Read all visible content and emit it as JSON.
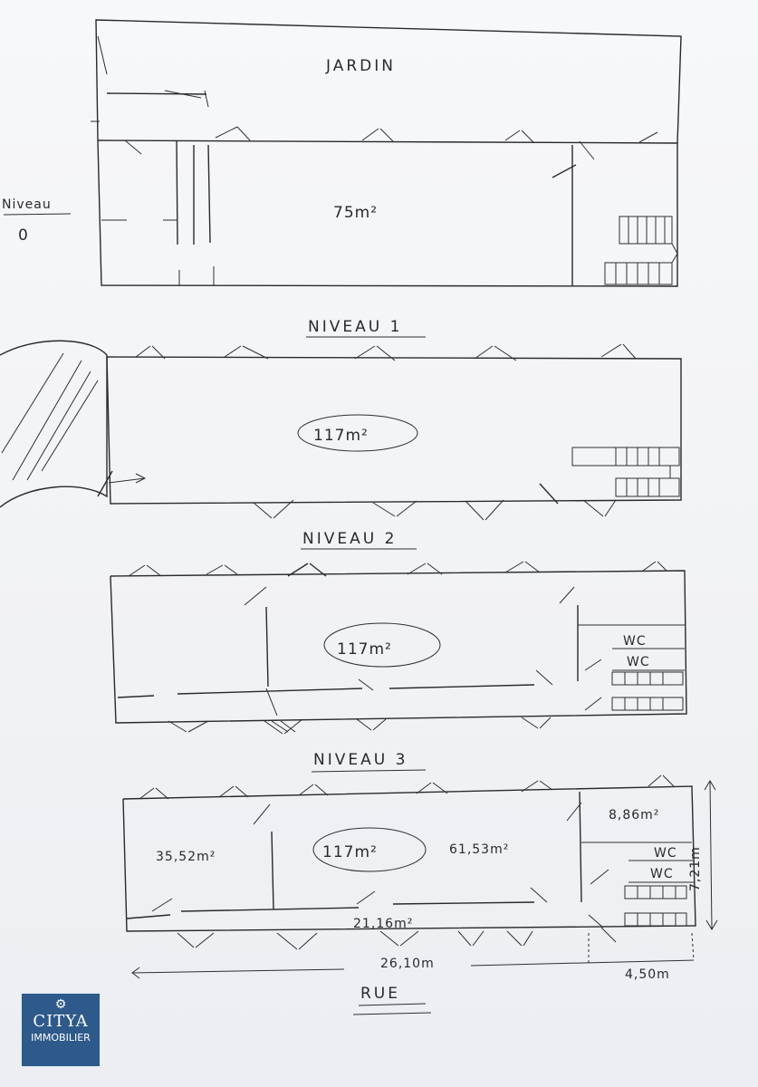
{
  "niveau0": {
    "label_line1": "Niveau",
    "label_line2": "0",
    "garden": "JARDIN",
    "area": "75m²"
  },
  "niveau1": {
    "title": "NIVEAU 1",
    "area": "117m²"
  },
  "niveau2": {
    "title": "NIVEAU 2",
    "area": "117m²",
    "wc1": "WC",
    "wc2": "WC"
  },
  "niveau3": {
    "title": "NIVEAU 3",
    "area": "117m²",
    "room_left": "35,52m²",
    "room_right": "61,53m²",
    "room_top_right": "8,86m²",
    "corridor": "21,16m²",
    "wc1": "WC",
    "wc2": "WC",
    "dim_width": "7,21m",
    "dim_length": "26,10m",
    "dim_partial": "4,50m"
  },
  "street": "RUE",
  "logo": {
    "icon": "column-icon",
    "name": "CITYA",
    "subtitle": "IMMOBILIER",
    "color": "#2d5a8a"
  }
}
